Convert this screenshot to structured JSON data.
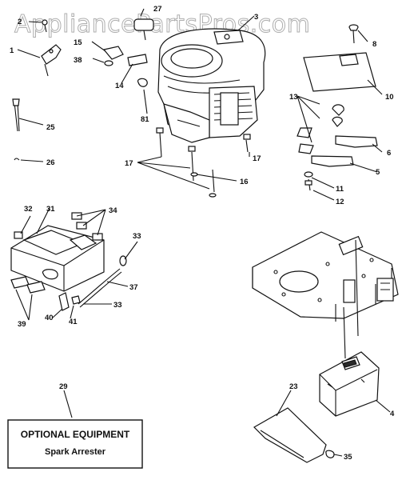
{
  "watermark": "AppliancePartsPros.com",
  "part_labels": {
    "p1": "1",
    "p2": "2",
    "p3": "3",
    "p4": "4",
    "p5": "5",
    "p6": "6",
    "p8": "8",
    "p10": "10",
    "p11": "11",
    "p12": "12",
    "p13": "13",
    "p14": "14",
    "p15": "15",
    "p16": "16",
    "p17a": "17",
    "p17b": "17",
    "p23": "23",
    "p25": "25",
    "p26": "26",
    "p27": "27",
    "p29": "29",
    "p31": "31",
    "p32": "32",
    "p33a": "33",
    "p33b": "33",
    "p34": "34",
    "p35": "35",
    "p37": "37",
    "p38": "38",
    "p39": "39",
    "p40": "40",
    "p41": "41",
    "p81": "81"
  },
  "optional_box": {
    "title": "OPTIONAL EQUIPMENT",
    "subtitle": "Spark Arrester"
  }
}
